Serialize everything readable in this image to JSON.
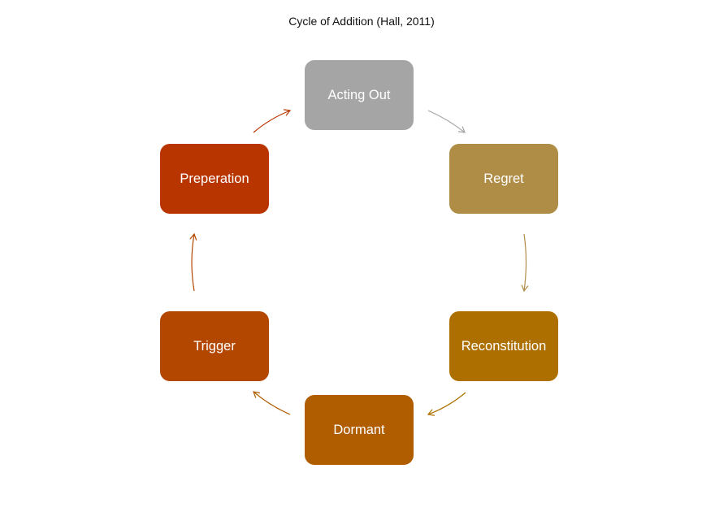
{
  "title": "Cycle of Addition (Hall, 2011)",
  "nodes": [
    {
      "label": "Acting Out",
      "color": "#a5a5a5"
    },
    {
      "label": "Regret",
      "color": "#b08d47"
    },
    {
      "label": "Reconstitution",
      "color": "#ad7000"
    },
    {
      "label": "Dormant",
      "color": "#b05d00"
    },
    {
      "label": "Trigger",
      "color": "#b34700"
    },
    {
      "label": "Preperation",
      "color": "#b83500"
    }
  ],
  "arrow_colors": [
    "#a5a5a5",
    "#b08d47",
    "#ad7000",
    "#b05d00",
    "#b34700",
    "#b83500"
  ]
}
